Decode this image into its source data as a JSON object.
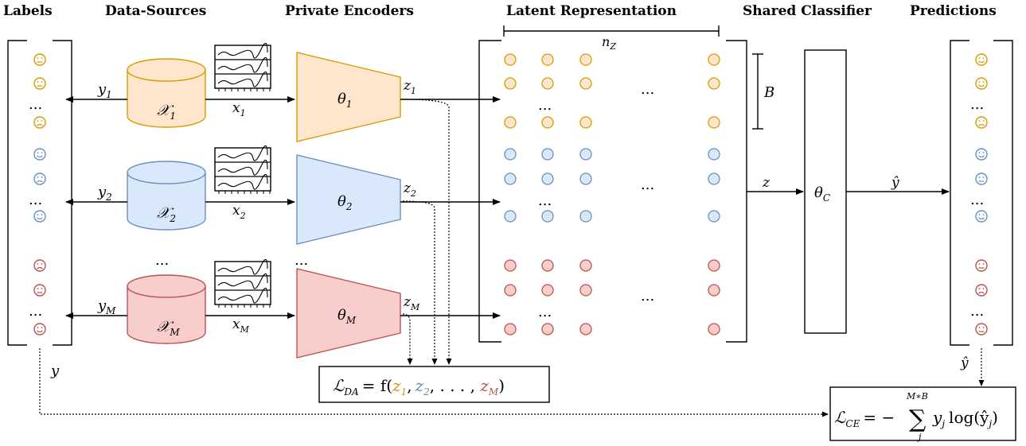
{
  "headers": {
    "labels": "Labels",
    "data_sources": "Data-Sources",
    "private_encoders": "Private Encoders",
    "latent": "Latent Representation",
    "shared_classifier": "Shared Classifier",
    "predictions": "Predictions"
  },
  "colors": {
    "source1_fill": "#ffe6cc",
    "source1_stroke": "#d79b00",
    "source2_fill": "#dae8fc",
    "source2_stroke": "#6c8ebf",
    "source3_fill": "#f8cecc",
    "source3_stroke": "#b85450"
  },
  "sources": [
    {
      "y": "y",
      "y_sub": "1",
      "X": "𝒳",
      "X_sub": "1",
      "x": "x",
      "x_sub": "1",
      "theta": "θ",
      "theta_sub": "1",
      "z": "z",
      "z_sub": "1"
    },
    {
      "y": "y",
      "y_sub": "2",
      "X": "𝒳",
      "X_sub": "2",
      "x": "x",
      "x_sub": "2",
      "theta": "θ",
      "theta_sub": "2",
      "z": "z",
      "z_sub": "2"
    },
    {
      "y": "y",
      "y_sub": "M",
      "X": "𝒳",
      "X_sub": "M",
      "x": "x",
      "x_sub": "M",
      "theta": "θ",
      "theta_sub": "M",
      "z": "z",
      "z_sub": "M"
    }
  ],
  "ellipsis": "...",
  "latent": {
    "nz": "n",
    "nz_sub": "Z",
    "B": "B"
  },
  "classifier": {
    "theta": "θ",
    "theta_sub": "C",
    "z": "z",
    "yhat": "ŷ"
  },
  "labels_y": "y",
  "pred_yhat": "ŷ",
  "loss_da": {
    "L": "ℒ",
    "sub": "DA",
    "rhs": "= f(",
    "z1": "z",
    "z1_sub": "1",
    "z2": "z",
    "z2_sub": "2",
    "dots": ", . . . , ",
    "zM": "z",
    "zM_sub": "M",
    "close": ")",
    "comma": ","
  },
  "loss_ce": {
    "L": "ℒ",
    "sub": "CE",
    "eq": "= −",
    "sum": "∑",
    "sum_top": "M∗B",
    "sum_bot": "j",
    "term_y": "y",
    "term_sub": "j",
    "log": "log(ŷ",
    "log_sub": "j",
    "close": ")"
  }
}
